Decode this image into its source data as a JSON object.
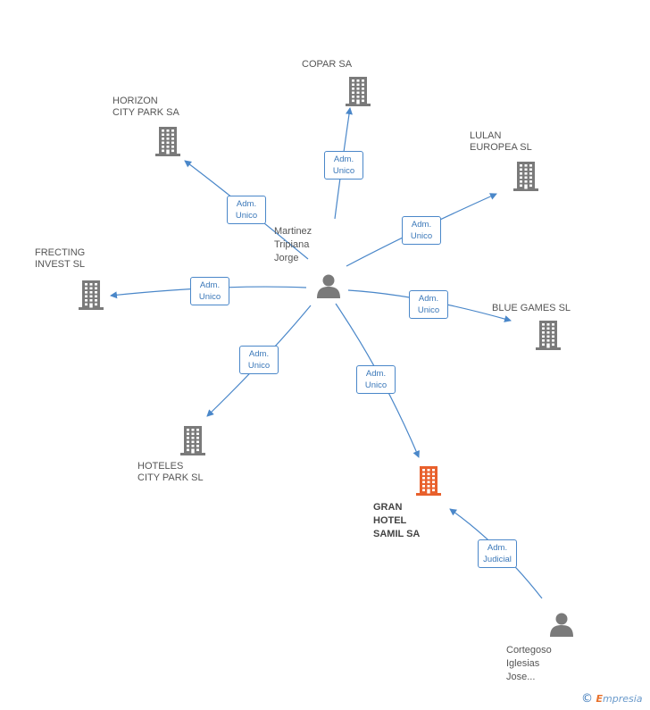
{
  "colors": {
    "edge": "#4a87c9",
    "building_default": "#7a7a7a",
    "building_focus": "#e8602c",
    "person": "#7a7a7a"
  },
  "nodes": [
    {
      "id": "martinez",
      "type": "person",
      "lines": [
        "Martinez",
        "Tripiana",
        "Jorge"
      ]
    },
    {
      "id": "copar",
      "type": "company",
      "lines": [
        "COPAR SA"
      ]
    },
    {
      "id": "horizon",
      "type": "company",
      "lines": [
        "HORIZON",
        "CITY PARK SA"
      ]
    },
    {
      "id": "lulan",
      "type": "company",
      "lines": [
        "LULAN",
        "EUROPEA SL"
      ]
    },
    {
      "id": "frecting",
      "type": "company",
      "lines": [
        "FRECTING",
        "INVEST SL"
      ]
    },
    {
      "id": "bluegames",
      "type": "company",
      "lines": [
        "BLUE GAMES SL"
      ]
    },
    {
      "id": "hoteles",
      "type": "company",
      "lines": [
        "HOTELES",
        "CITY PARK SL"
      ]
    },
    {
      "id": "gran",
      "type": "company",
      "focus": true,
      "lines": [
        "GRAN",
        "HOTEL",
        "SAMIL SA"
      ]
    },
    {
      "id": "cortegoso",
      "type": "person",
      "lines": [
        "Cortegoso",
        "Iglesias",
        "Jose..."
      ]
    }
  ],
  "edges": [
    {
      "from": "martinez",
      "to": "copar",
      "role": [
        "Adm.",
        "Unico"
      ]
    },
    {
      "from": "martinez",
      "to": "horizon",
      "role": [
        "Adm.",
        "Unico"
      ]
    },
    {
      "from": "martinez",
      "to": "lulan",
      "role": [
        "Adm.",
        "Unico"
      ]
    },
    {
      "from": "martinez",
      "to": "frecting",
      "role": [
        "Adm.",
        "Unico"
      ]
    },
    {
      "from": "martinez",
      "to": "bluegames",
      "role": [
        "Adm.",
        "Unico"
      ]
    },
    {
      "from": "martinez",
      "to": "hoteles",
      "role": [
        "Adm.",
        "Unico"
      ]
    },
    {
      "from": "martinez",
      "to": "gran",
      "role": [
        "Adm.",
        "Unico"
      ]
    },
    {
      "from": "cortegoso",
      "to": "gran",
      "role": [
        "Adm.",
        "Judicial"
      ]
    }
  ],
  "footer": {
    "copyright": "©",
    "brand_initial": "E",
    "brand_rest": "mpresia"
  }
}
